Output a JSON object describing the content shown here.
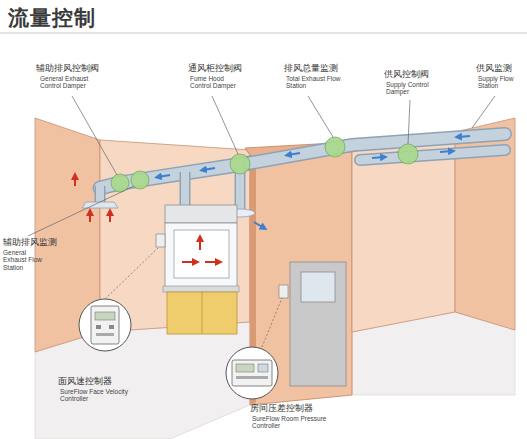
{
  "diagram": {
    "title": "流量控制",
    "labels": [
      "辅助排风控制阀",
      "General Exhaust Control Damper",
      "通风柜控制阀",
      "Fume Hood Control Damper",
      "排风总量监测",
      "Total Exhaust Flow Station",
      "供风控制阀",
      "Supply Control Damper",
      "供风监测",
      "Supply Flow Station",
      "辅助排风监测",
      "General Exhaust Flow Station",
      "面风速控制器",
      "SureFlow Face Velocity Controller",
      "房间压差控制器",
      "SureFlow Room Pressure Controller"
    ]
  }
}
